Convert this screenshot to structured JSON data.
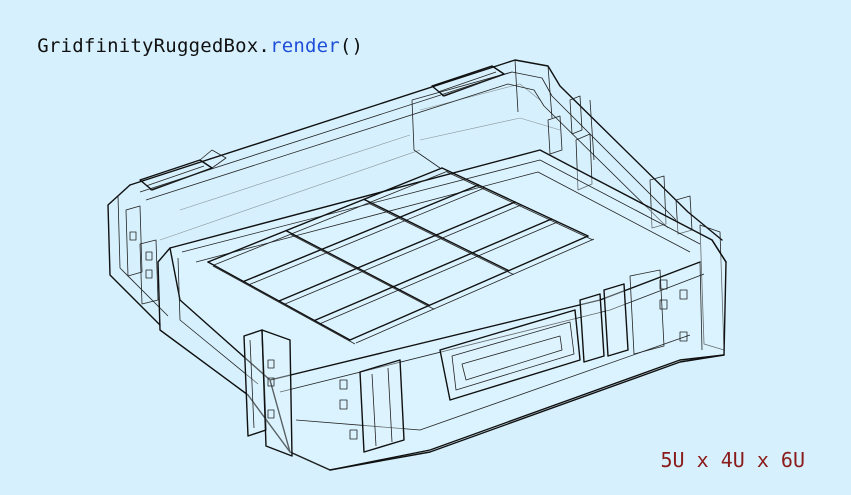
{
  "code": {
    "class_name": "GridfinityRuggedBox",
    "dot": ".",
    "method": "render",
    "parens": "()"
  },
  "dimensions_label": "5U x 4U x 6U",
  "colors": {
    "background": "#d6f1fd",
    "code_text": "#111111",
    "method_text": "#1f4fd8",
    "dims_text": "#8b1a1a",
    "ink": "#101010"
  }
}
